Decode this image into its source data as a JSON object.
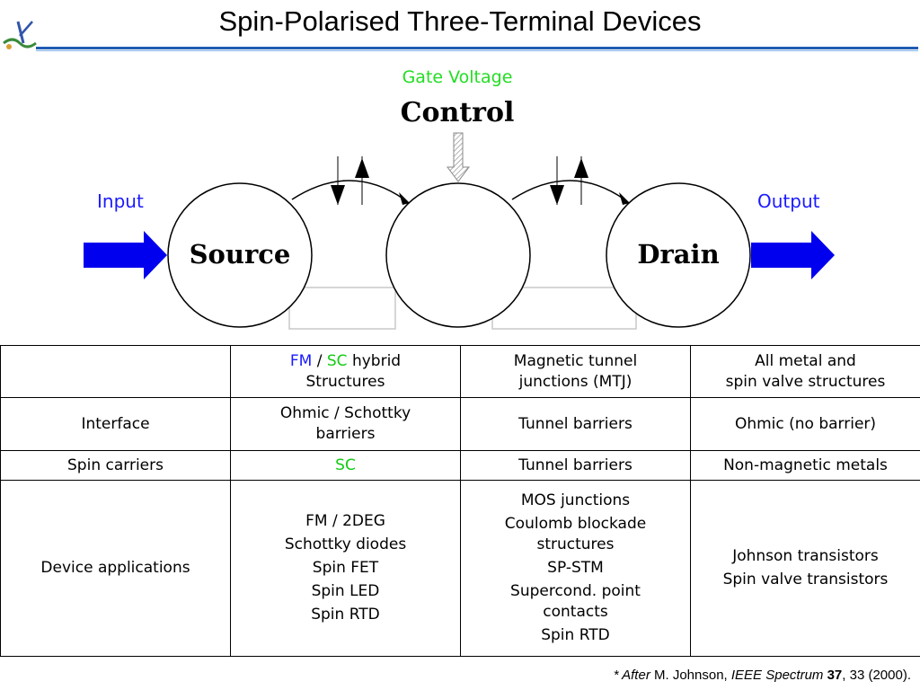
{
  "title": "Spin-Polarised Three-Terminal Devices",
  "diagram": {
    "gate_voltage": "Gate Voltage",
    "control": "Control",
    "input": "Input",
    "output": "Output",
    "source": "Source",
    "drain": "Drain",
    "colors": {
      "gate": "#22dd22",
      "io": "#1a1aff",
      "arrows": "#0000ee"
    }
  },
  "table": {
    "header": {
      "col1_fm": "FM",
      "col1_sep": " / ",
      "col1_sc": "SC",
      "col1_rest": " hybrid",
      "col1_line2": "Structures",
      "col2_line1": "Magnetic tunnel",
      "col2_line2": "junctions (MTJ)",
      "col3_line1": "All metal and",
      "col3_line2": "spin valve structures"
    },
    "rows": {
      "interface": {
        "label": "Interface",
        "c1_line1": "Ohmic / Schottky",
        "c1_line2": "barriers",
        "c2": "Tunnel barriers",
        "c3": "Ohmic (no barrier)"
      },
      "spin_carriers": {
        "label": "Spin carriers",
        "c1": "SC",
        "c2": "Tunnel barriers",
        "c3": "Non-magnetic metals"
      },
      "device_applications": {
        "label": "Device applications",
        "c1": [
          "FM / 2DEG",
          "Schottky diodes",
          "Spin FET",
          "Spin LED",
          "Spin RTD"
        ],
        "c2": [
          "MOS junctions",
          "Coulomb blockade structures",
          "SP-STM",
          "Supercond. point contacts",
          "Spin RTD"
        ],
        "c3": [
          "Johnson transistors",
          "Spin valve transistors"
        ]
      }
    }
  },
  "footnote": {
    "star_after": "* After",
    "authors": " M. Johnson, ",
    "journal": "IEEE Spectrum",
    "space": " ",
    "volume": "37",
    "rest": ", 33 (2000)."
  }
}
